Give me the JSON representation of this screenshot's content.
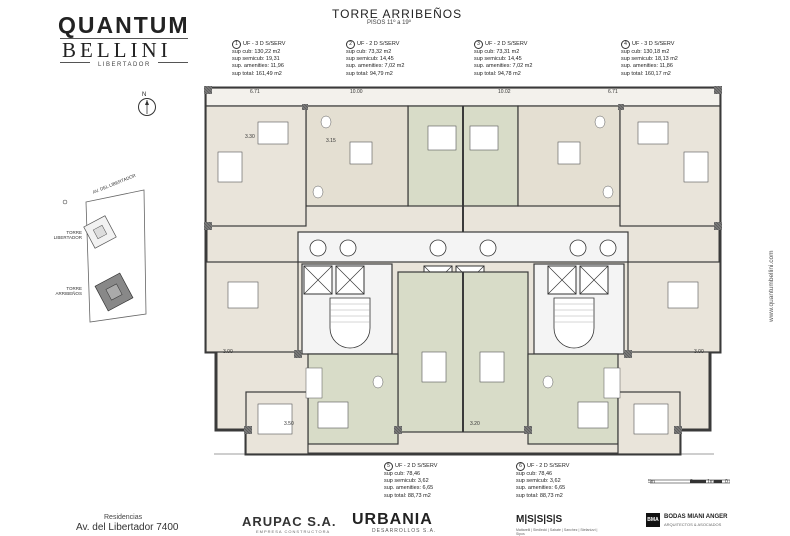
{
  "logo": {
    "brand_top": "QUANTUM",
    "brand_bottom": "BELLINI",
    "brand_sub": "LIBERTADOR"
  },
  "header": {
    "title": "TORRE  ARRIBEÑOS",
    "subtitle": "PISOS 11º a 19º"
  },
  "units_top": [
    {
      "num": "1",
      "type": "UF - 3 D S/SERV",
      "cub": "sup cub: 130,22 m2",
      "semicub": "sup semicub: 19,31",
      "amenities": "sup. amenities: 11,96",
      "total": "sup total: 161,49 m2"
    },
    {
      "num": "2",
      "type": "UF - 2 D S/SERV",
      "cub": "sup cub: 73,32 m2",
      "semicub": "sup semicub: 14,45",
      "amenities": "sup. amenities: 7,02 m2",
      "total": "sup total: 94,79 m2"
    },
    {
      "num": "3",
      "type": "UF - 2 D S/SERV",
      "cub": "sup cub: 73,31 m2",
      "semicub": "sup semicub: 14,45",
      "amenities": "sup. amenities: 7,02 m2",
      "total": "sup total: 94,78 m2"
    },
    {
      "num": "4",
      "type": "UF - 3 D S/SERV",
      "cub": "sup cub: 130,18 m2",
      "semicub": "sup semicub: 18,13 m2",
      "amenities": "sup. amenities: 11,86",
      "total": "sup total: 160,17 m2"
    }
  ],
  "units_bottom": [
    {
      "num": "5",
      "type": "UF - 2 D S/SERV",
      "cub": "sup cub: 78,46",
      "semicub": "sup semicub: 3,62",
      "amenities": "sup. amenities: 6,65",
      "total": "sup total: 88,73 m2"
    },
    {
      "num": "6",
      "type": "UF - 2 D S/SERV",
      "cub": "sup cub: 78,46",
      "semicub": "sup semicub: 3,62",
      "amenities": "sup. amenities: 6,65",
      "total": "sup total: 88,73 m2"
    }
  ],
  "site_plan": {
    "north": "N",
    "street": "AV. DEL LIBERTADOR",
    "tower_a": "TORRE LIBERTADOR",
    "tower_b": "TORRE ARRIBEÑOS"
  },
  "dimensions": [
    "6.71",
    "10.00",
    "10.02",
    "6.71",
    "3.30",
    "3.15",
    "3.00",
    "3.00",
    "3.50",
    "3.20"
  ],
  "website": "www.quantumbellini.com",
  "footer": {
    "residencias": "Residencias",
    "address": "Av. del Libertador  7400",
    "arupac": "ARUPAC S.A.",
    "arupac_sub": "EMPRESA CONSTRUCTORA",
    "urbania": "URBANIA",
    "urbania_sub": "DESARROLLOS S.A.",
    "msss": "M|S|S|S|S",
    "msss_sub": "Mattarelli | Siedlecki | Sabate | Sanchez | Stefanizzi | Sipos",
    "bma_box": "BMA",
    "bma": "BODAS MIANI ANGER",
    "bma_sub": "ARQUITECTOS & ASOCIADOS"
  },
  "scale": {
    "labels": [
      "5m",
      "2m",
      "1m",
      "0"
    ]
  },
  "colors": {
    "wall": "#3a3a3a",
    "floor_beige": "#e9e4da",
    "floor_green": "#d8dcc8",
    "core": "#f4f4f4"
  }
}
